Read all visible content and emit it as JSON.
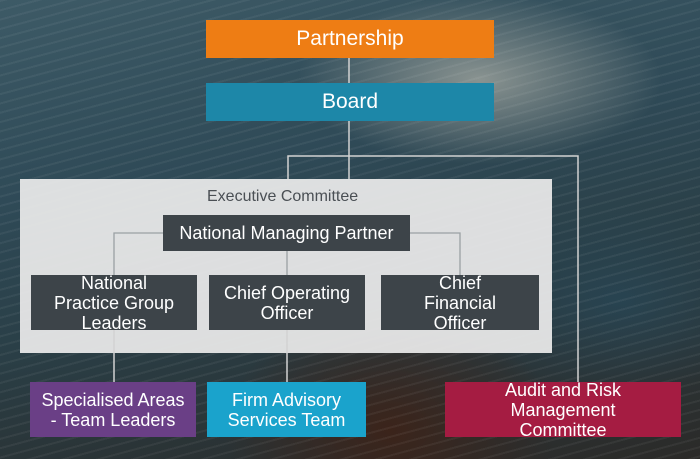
{
  "chart": {
    "partnership": "Partnership",
    "board": "Board",
    "executive_committee": "Executive Committee",
    "national_managing_partner": "National Managing Partner",
    "national_practice_group_leaders": "National Practice Group Leaders",
    "chief_operating_officer": "Chief Operating Officer",
    "chief_financial_officer": "Chief Financial Officer",
    "specialised_areas": "Specialised Areas - Team Leaders",
    "firm_advisory": "Firm Advisory Services Team",
    "audit_risk": "Audit and Risk Management Committee"
  },
  "colors": {
    "partnership": "#ee7d14",
    "board": "#1d87a8",
    "dark_box": "#3d4449",
    "specialised_areas": "#6a3f86",
    "firm_advisory": "#1aa3cc",
    "audit_risk": "#a51c42",
    "connector": "#d0d0d0"
  }
}
